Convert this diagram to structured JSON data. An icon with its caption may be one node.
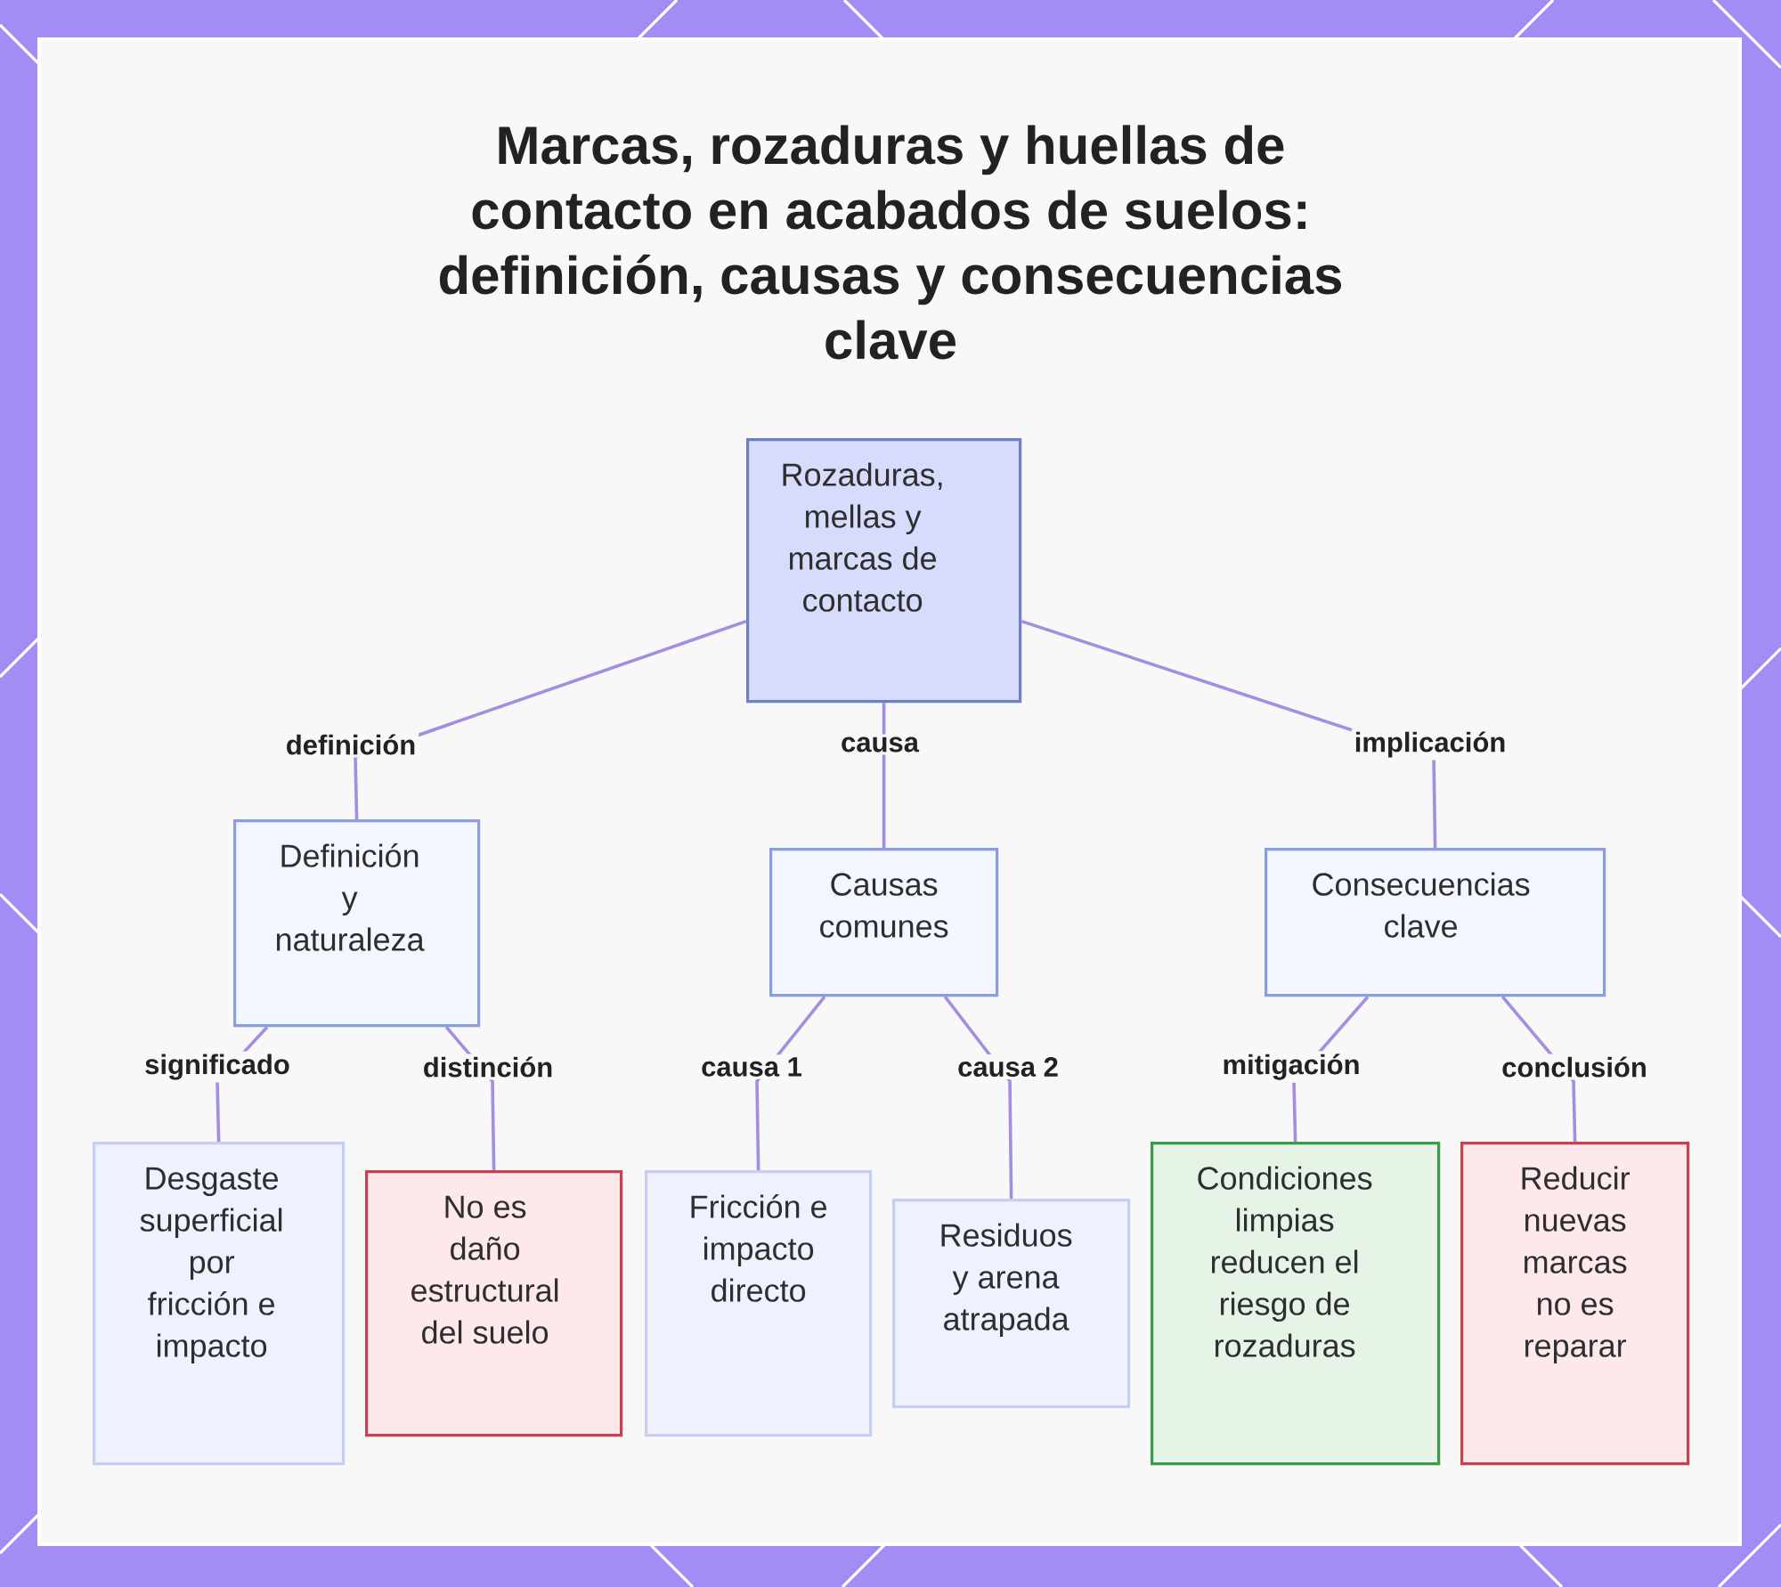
{
  "diagram": {
    "title": "Marcas, rozaduras y huellas de contacto en acabados de suelos: definición, causas y consecuencias clave",
    "nodes": [
      {
        "text": [
          "Rozaduras, mellas y marcas de contacto"
        ]
      },
      {
        "text": [
          "Definición y naturaleza"
        ]
      },
      {
        "text": [
          "Causas comunes"
        ]
      },
      {
        "text": [
          "Consecuencias clave"
        ]
      },
      {
        "text": [
          "Desgaste superficial por fricción e impacto"
        ]
      },
      {
        "text": [
          "No es daño estructural del suelo"
        ]
      },
      {
        "text": [
          "Fricción e impacto directo"
        ]
      },
      {
        "text": [
          "Residuos y arena atrapada"
        ]
      },
      {
        "text": [
          "Condiciones limpias reducen el riesgo de rozaduras"
        ]
      },
      {
        "text": [
          "Reducir nuevas marcas no es reparar"
        ]
      }
    ],
    "edges": [
      {
        "from": 0,
        "to": 1,
        "arrow": "none",
        "label": "definición"
      },
      {
        "from": 0,
        "to": 2,
        "arrow": "none",
        "label": "causa"
      },
      {
        "from": 0,
        "to": 3,
        "arrow": "none",
        "label": "implicación"
      },
      {
        "from": 1,
        "to": 4,
        "arrow": "none",
        "label": "significado"
      },
      {
        "from": 1,
        "to": 5,
        "arrow": "none",
        "label": "distinción"
      },
      {
        "from": 2,
        "to": 6,
        "arrow": "none",
        "label": "causa 1"
      },
      {
        "from": 2,
        "to": 7,
        "arrow": "none",
        "label": "causa 2"
      },
      {
        "from": 3,
        "to": 8,
        "arrow": "none",
        "label": "mitigación"
      },
      {
        "from": 3,
        "to": 9,
        "arrow": "none",
        "label": "conclusión"
      }
    ]
  }
}
